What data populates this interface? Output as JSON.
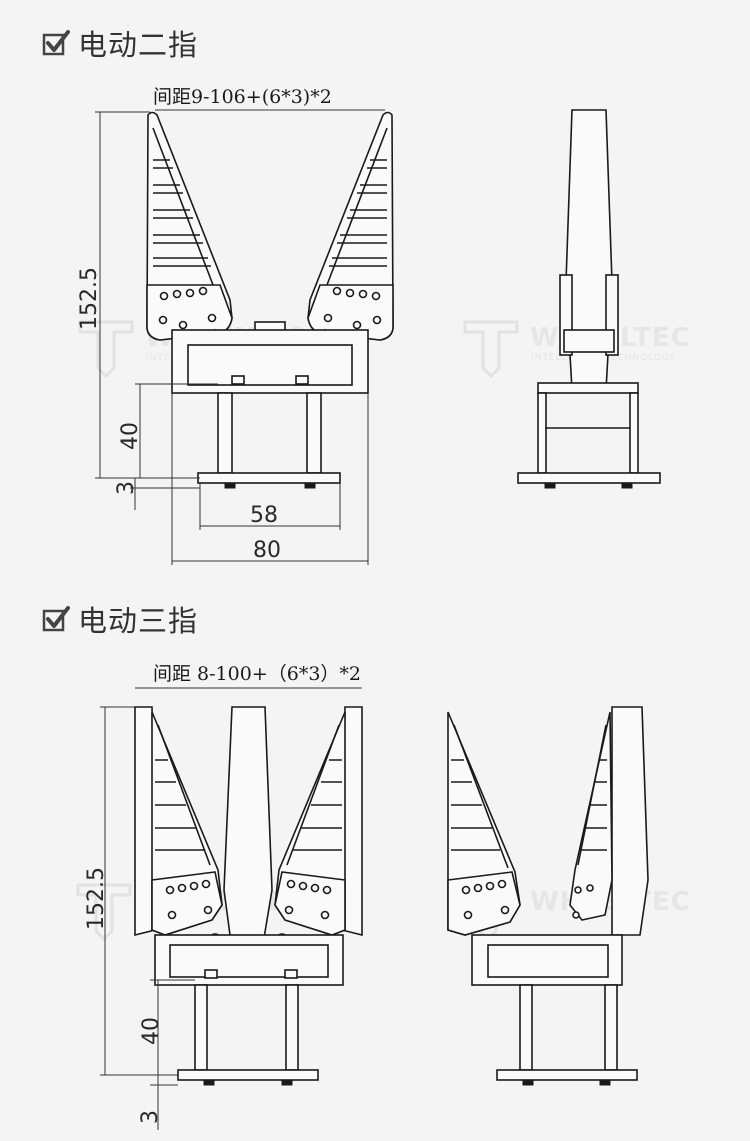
{
  "sections": [
    {
      "title": "电动二指",
      "spacing_label": "间距9-106+(6*3)*2",
      "dims": {
        "height": "152.5",
        "post": "40",
        "plate": "3",
        "base_width": "58",
        "frame_width": "80"
      }
    },
    {
      "title": "电动三指",
      "spacing_label": "间距 8-100+（6*3）*2",
      "dims": {
        "height": "152.5",
        "post": "40",
        "plate": "3"
      }
    }
  ],
  "watermark": {
    "brand": "WHEELTEC",
    "tagline": "INTELLIGENT TECHNOLOGY"
  },
  "icons": {
    "section_marker": "checkbox-check-icon"
  }
}
